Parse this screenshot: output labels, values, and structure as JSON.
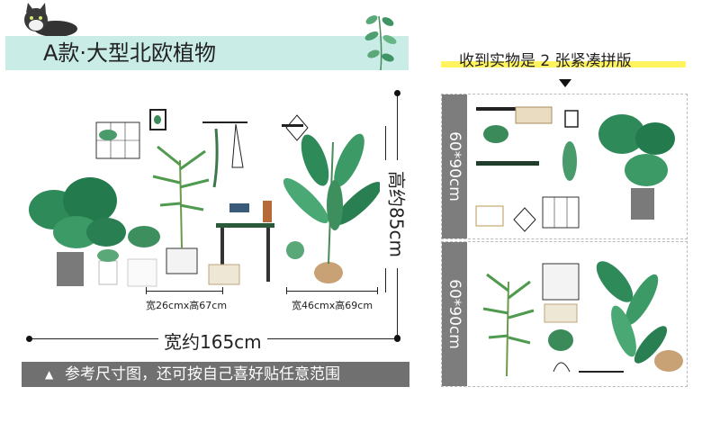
{
  "header": {
    "title": "A款·大型北欧植物"
  },
  "right": {
    "heading": "收到实物是 2 张紧凑拼版",
    "panels": [
      {
        "label": "60*90cm"
      },
      {
        "label": "60*90cm"
      }
    ]
  },
  "dimensions": {
    "width_total": "宽约165cm",
    "height_total": "高约85cm",
    "left_item": "宽26cmx高67cm",
    "right_item": "宽46cmx高69cm"
  },
  "bottom": {
    "note": "参考尺寸图，还可按自己喜好贴任意范围"
  },
  "colors": {
    "title_bg": "#c9ece7",
    "highlight": "#fff35e",
    "label_bg": "#7d7d7d",
    "bar_bg": "#707070"
  }
}
